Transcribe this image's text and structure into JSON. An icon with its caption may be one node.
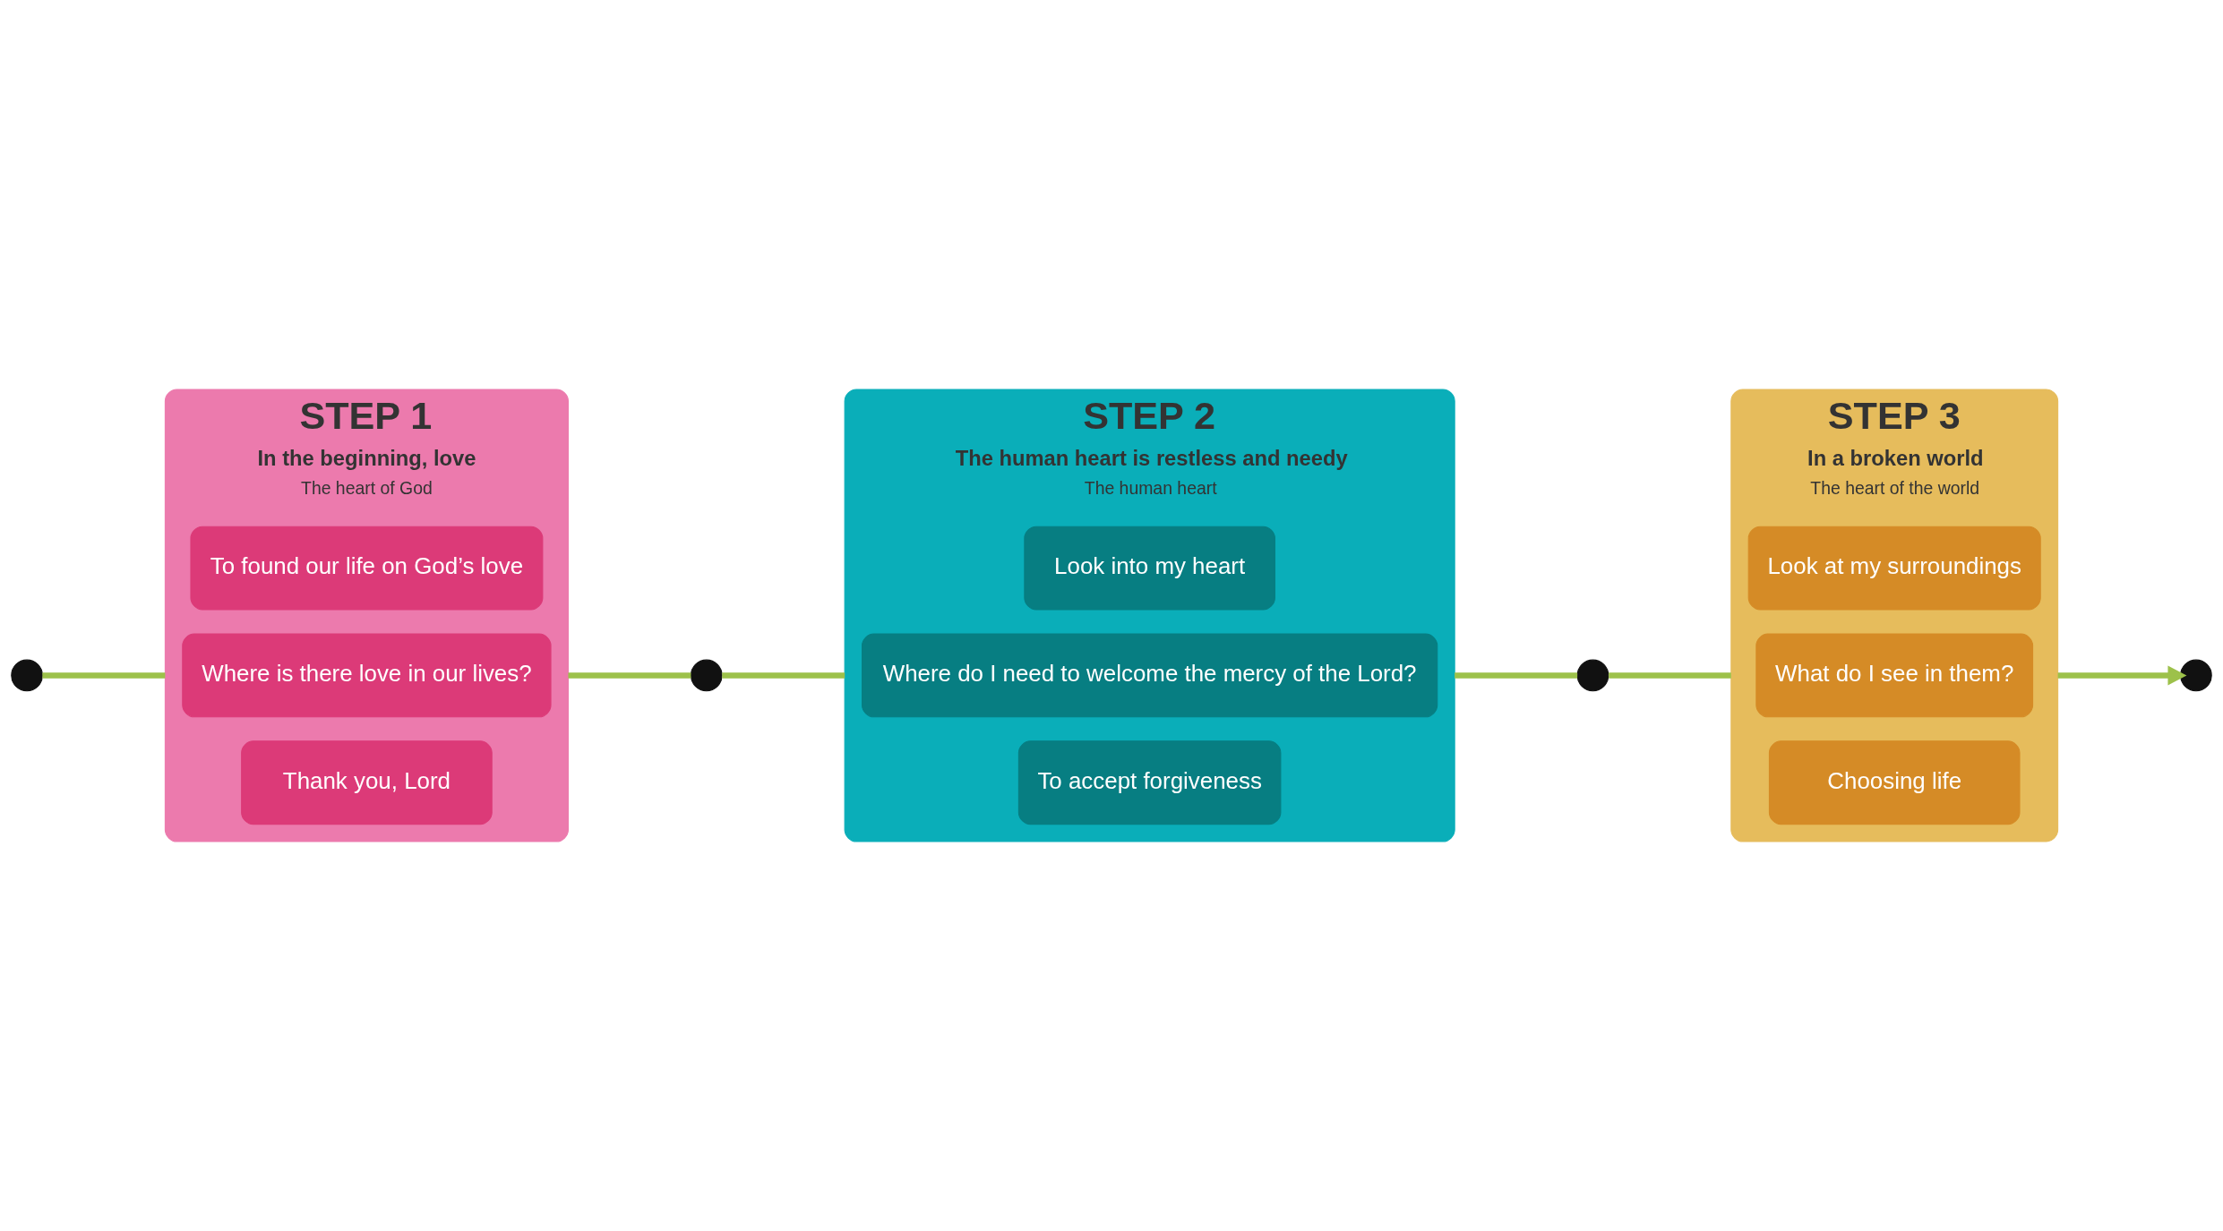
{
  "diagram": {
    "nodes": [
      {
        "text": [],
        "shape": "person"
      },
      {
        "text": [
          "STEP 1",
          "In the beginning, love",
          "The heart of God"
        ]
      },
      {
        "text": [
          "To found our life on God’s love"
        ],
        "in": 1
      },
      {
        "text": [
          "Where is there love in our lives?"
        ],
        "in": 1
      },
      {
        "text": [
          "Thank you, Lord"
        ],
        "in": 1
      },
      {
        "text": [],
        "shape": "person"
      },
      {
        "text": [
          "STEP 2",
          "The human heart is restless and needy",
          "The human heart"
        ]
      },
      {
        "text": [
          "Look into my heart"
        ],
        "in": 6
      },
      {
        "text": [
          "Where do I need to welcome the mercy of the Lord?"
        ],
        "in": 6
      },
      {
        "text": [
          "To accept forgiveness"
        ],
        "in": 6
      },
      {
        "text": [],
        "shape": "person"
      },
      {
        "text": [
          "STEP 3",
          "In a broken world",
          "The heart of the world"
        ]
      },
      {
        "text": [
          "Look at my surroundings"
        ],
        "in": 11
      },
      {
        "text": [
          "What do I see in them?"
        ],
        "in": 11
      },
      {
        "text": [
          "Choosing life"
        ],
        "in": 11
      },
      {
        "text": [],
        "shape": "person"
      }
    ],
    "edges": [
      {
        "from": 0,
        "to": 1,
        "arrow": "none"
      },
      {
        "from": 1,
        "to": 5,
        "arrow": "none"
      },
      {
        "from": 5,
        "to": 6,
        "arrow": "none"
      },
      {
        "from": 6,
        "to": 10,
        "arrow": "none"
      },
      {
        "from": 10,
        "to": 11,
        "arrow": "none"
      },
      {
        "from": 11,
        "to": 15,
        "arrow": "to"
      }
    ]
  }
}
